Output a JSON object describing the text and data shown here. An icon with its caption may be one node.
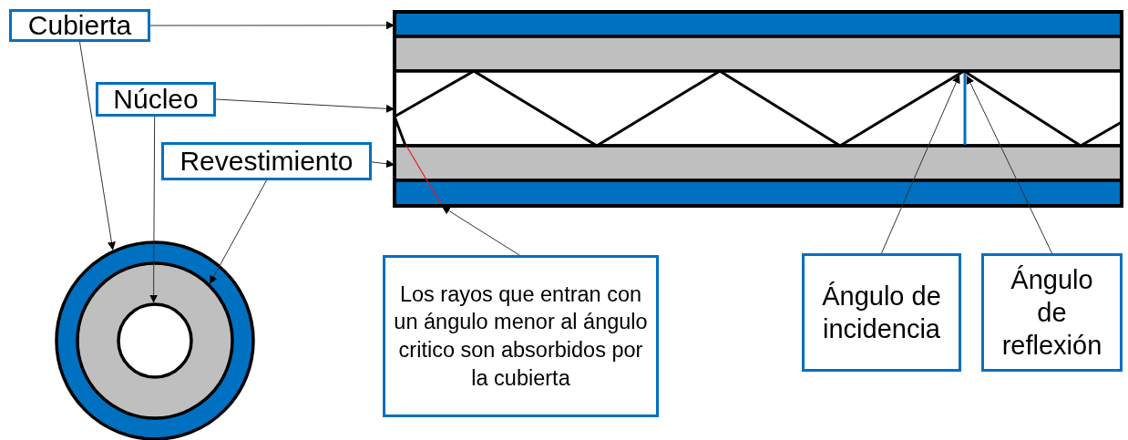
{
  "diagram": {
    "nodes": [
      {
        "text": [
          "Cubierta"
        ]
      },
      {
        "text": [
          "Núcleo"
        ]
      },
      {
        "text": [
          "Revestimiento"
        ]
      },
      {
        "text": [
          "Los rayos que entran con un ángulo menor al ángulo critico son absorbidos por la cubierta"
        ]
      },
      {
        "text": [
          "Ángulo de incidencia"
        ]
      },
      {
        "text": [
          "Ángulo de reflexión"
        ]
      },
      {
        "text": [],
        "shape": "bar"
      },
      {
        "text": [],
        "shape": "bar"
      },
      {
        "text": [],
        "shape": "bar"
      },
      {
        "text": [],
        "shape": "bar"
      },
      {
        "text": [],
        "shape": "bar"
      },
      {
        "text": [],
        "shape": "circle"
      },
      {
        "text": [],
        "shape": "circle",
        "in": 11
      },
      {
        "text": [],
        "shape": "circle",
        "in": 12
      }
    ],
    "edges": [
      {
        "from": 0,
        "to": 6,
        "arrow": "to"
      },
      {
        "from": 0,
        "to": 11,
        "arrow": "to"
      },
      {
        "from": 1,
        "to": 8,
        "arrow": "to"
      },
      {
        "from": 1,
        "to": 13,
        "arrow": "to"
      },
      {
        "from": 2,
        "to": 9,
        "arrow": "to"
      },
      {
        "from": 2,
        "to": 12,
        "arrow": "to"
      },
      {
        "from": 3,
        "to": 10,
        "arrow": "to"
      },
      {
        "from": 4,
        "to": 8,
        "arrow": "to"
      },
      {
        "from": 5,
        "to": 8,
        "arrow": "to"
      }
    ]
  }
}
